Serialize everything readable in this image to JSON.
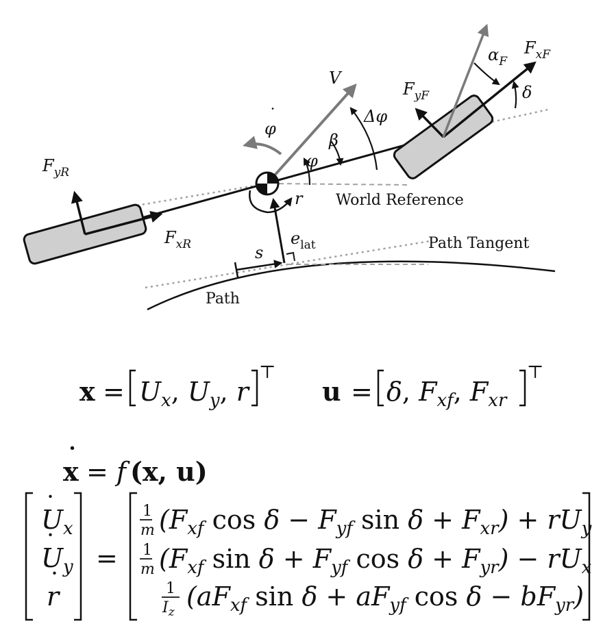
{
  "diagram": {
    "labels": {
      "F_yR": {
        "base": "F",
        "sub": "yR"
      },
      "F_xR": {
        "base": "F",
        "sub": "xR"
      },
      "F_yF": {
        "base": "F",
        "sub": "yF"
      },
      "F_xF": {
        "base": "F",
        "sub": "xF"
      },
      "alpha_F": {
        "base": "α",
        "sub": "F"
      },
      "delta": "δ",
      "V": "V",
      "phi_dot": "φ",
      "beta": "β",
      "delta_phi": "Δφ",
      "phi": "φ",
      "r": "r",
      "s": "s",
      "e_lat": {
        "base": "e",
        "sub": "lat"
      },
      "world_reference": "World Reference",
      "path_tangent": "Path Tangent",
      "path": "Path"
    },
    "colors": {
      "stroke": "#111111",
      "gray_arrow": "#7a7a7a",
      "tire_fill": "#cfcfcf",
      "dotted": "#a0a0a0"
    }
  },
  "equations": {
    "state": {
      "lhs": "x",
      "eq": "=",
      "items": [
        {
          "b": "U",
          "s": "x"
        },
        {
          "b": "U",
          "s": "y"
        },
        {
          "b": "r",
          "s": ""
        }
      ],
      "transpose": "⊤"
    },
    "input": {
      "lhs": "u",
      "eq": "=",
      "items": [
        {
          "b": "δ",
          "s": ""
        },
        {
          "b": "F",
          "s": "xf"
        },
        {
          "b": "F",
          "s": "xr"
        }
      ],
      "transpose": "⊤"
    },
    "dynamics": {
      "lhs": "x",
      "eq": "=",
      "f": "f",
      "args": "(x, u)"
    },
    "matrix_lhs": [
      {
        "b": "U",
        "s": "x"
      },
      {
        "b": "U",
        "s": "y"
      },
      {
        "b": "r",
        "s": ""
      }
    ],
    "matrix_rows": [
      {
        "num": "1",
        "den": "m",
        "terms": "(F xf cos δ − F yf sin δ + F xr) + rU y"
      },
      {
        "num": "1",
        "den": "m",
        "terms": "(F xf sin δ + F yf cos δ + F yr) − rU x"
      },
      {
        "num": "1",
        "den": "I z",
        "terms": "(aF xf sin δ + aF yf cos δ − bF yr)"
      }
    ]
  }
}
